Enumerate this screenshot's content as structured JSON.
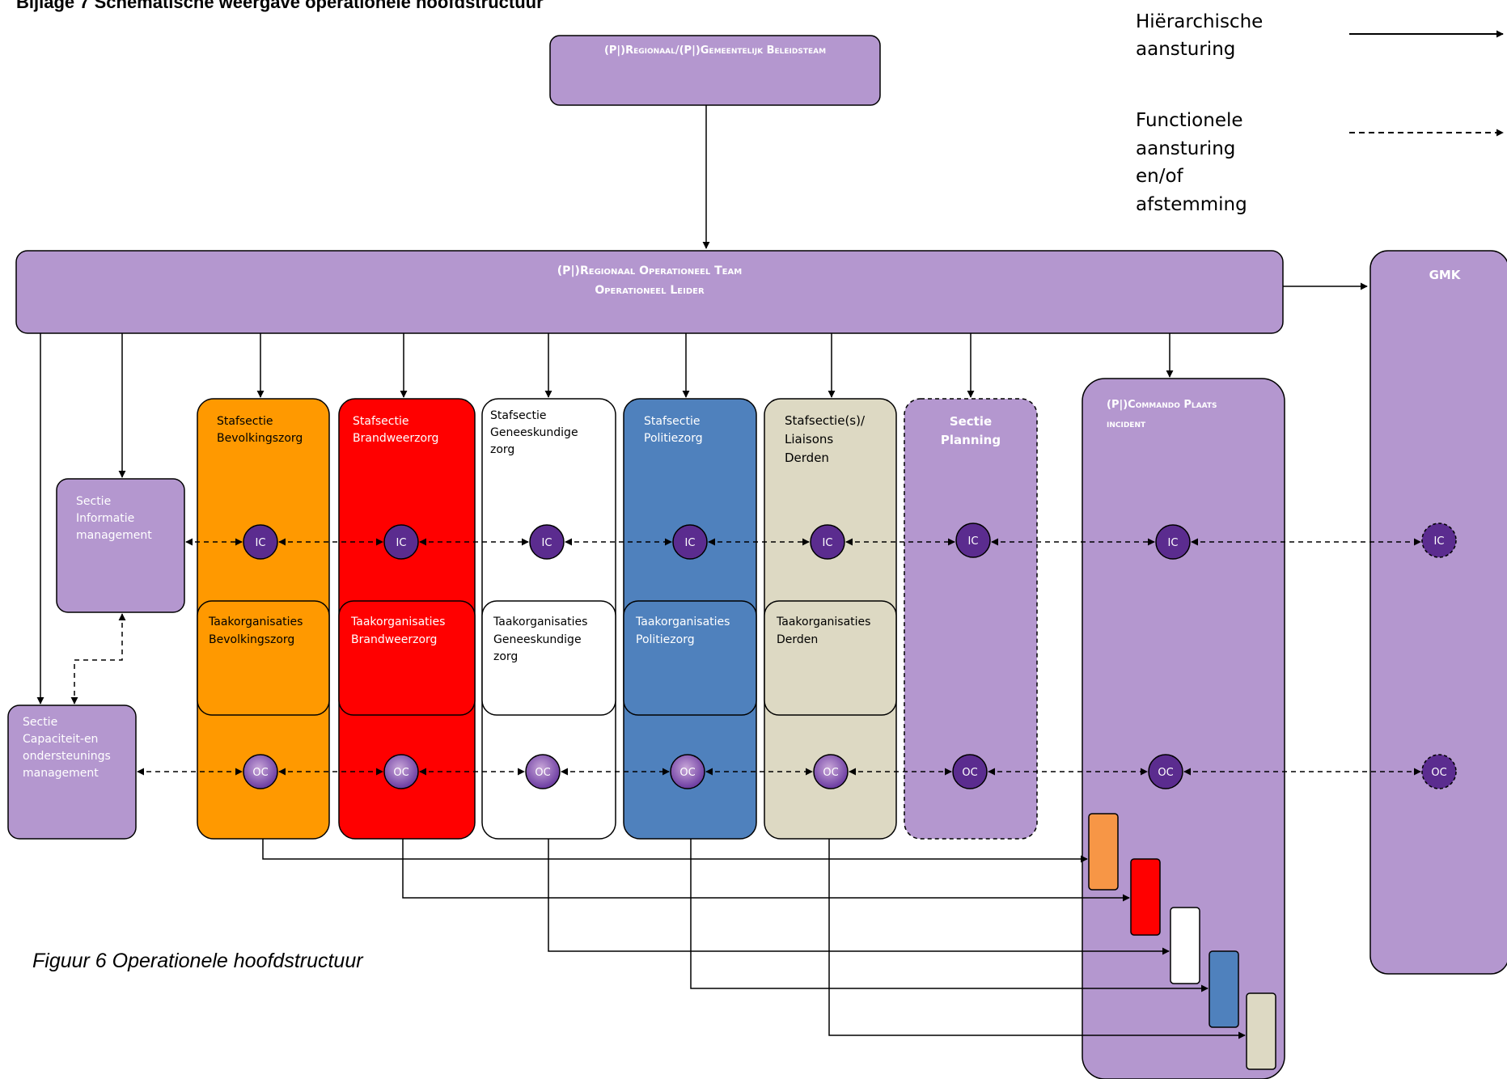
{
  "header": {
    "title": "Bijlage 7 Schematische weergave operationele hoofdstructuur"
  },
  "legend": {
    "hier_line1": "Hiërarchische",
    "hier_line2": "aansturing",
    "func_line1": "Functionele",
    "func_line2": "aansturing",
    "func_line3": "en/of",
    "func_line4": "afstemming"
  },
  "policy_team": {
    "label": "(P|)Regionaal/(P|)Gemeentelijk Beleidsteam"
  },
  "rot": {
    "line1": "(P|)Regionaal Operationeel Team",
    "line2": "Operationeel Leider"
  },
  "gmk": {
    "label": "GMK"
  },
  "copi": {
    "line1": "(P|)Commando Plaats",
    "line2": "incident"
  },
  "sim": {
    "line1": "Sectie",
    "line2": "Informatie",
    "line3": "management"
  },
  "scom": {
    "line1": "Sectie",
    "line2": "Capaciteit-en",
    "line3": "ondersteunings",
    "line4": "management"
  },
  "columns": [
    {
      "header": [
        "Stafsectie",
        "Bevolkingszorg"
      ],
      "task": [
        "Taakorganisaties",
        "Bevolkingszorg"
      ],
      "fill": "#FF9900",
      "text": "#000000"
    },
    {
      "header": [
        "Stafsectie",
        "Brandweerzorg"
      ],
      "task": [
        "Taakorganisaties",
        "Brandweerzorg"
      ],
      "fill": "#FF0000",
      "text": "#ffffff"
    },
    {
      "header": [
        "Stafsectie",
        "Geneeskundige",
        "zorg"
      ],
      "task": [
        "Taakorganisaties",
        "Geneeskundige",
        "zorg"
      ],
      "fill": "#ffffff",
      "text": "#000000"
    },
    {
      "header": [
        "Stafsectie",
        "Politiezorg"
      ],
      "task": [
        "Taakorganisaties",
        "Politiezorg"
      ],
      "fill": "#4F81BD",
      "text": "#ffffff"
    },
    {
      "header": [
        "Stafsectie(s)/",
        "Liaisons",
        "Derden"
      ],
      "task": [
        "Taakorganisaties",
        "Derden"
      ],
      "fill": "#DDD9C3",
      "text": "#000000"
    }
  ],
  "planning": {
    "line1": "Sectie",
    "line2": "Planning"
  },
  "ic_label": "IC",
  "oc_label": "OC",
  "caption": "Figuur 6 Operationele hoofdstructuur",
  "colors": {
    "purple": "#B497CF",
    "node_dark": "#5B2C8F",
    "orange": "#FF9900",
    "red": "#FF0000",
    "blue": "#4F81BD",
    "beige": "#DDD9C3",
    "mini_orange": "#F79646"
  }
}
